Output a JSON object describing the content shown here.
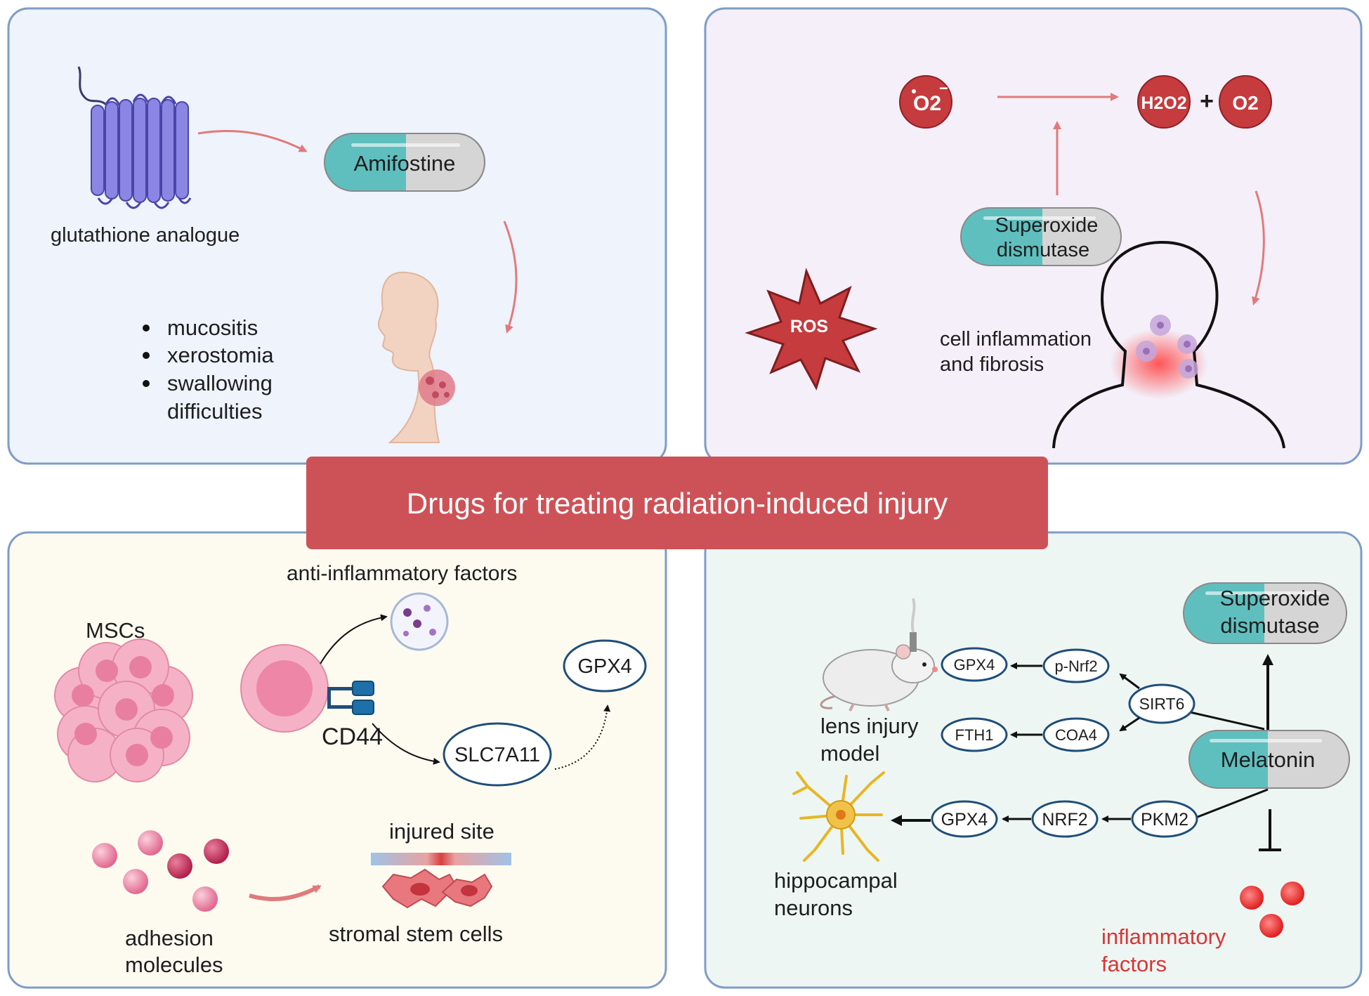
{
  "title": "Drugs for treating radiation-induced injury",
  "colors": {
    "panel_tl_bg": "#eef3fc",
    "panel_tr_bg": "#f4eff9",
    "panel_bl_bg": "#fdfbf0",
    "panel_br_bg": "#eef6f3",
    "panel_border": "#7f9cc8",
    "title_banner": "#cd5257",
    "pill_teal": "#5fbfbf",
    "pill_gray": "#d5d5d5",
    "ros_red": "#c63b3e",
    "arrow_salmon": "#e07b7b",
    "oval_border": "#1f4e7a",
    "inflammatory_red": "#d93535"
  },
  "panels": {
    "top_left": {
      "drug": "Amifostine",
      "source_label": "glutathione analogue",
      "bullets": [
        "mucositis",
        "xerostomia",
        "swallowing",
        "difficulties"
      ]
    },
    "top_right": {
      "molecule_superoxide": "O2",
      "molecule_h2o2": "H2O2",
      "plus": "+",
      "molecule_o2": "O2",
      "enzyme_line1": "Superoxide",
      "enzyme_line2": "dismutase",
      "ros": "ROS",
      "effect_line1": "cell inflammation",
      "effect_line2": "and fibrosis"
    },
    "bottom_left": {
      "msc": "MSCs",
      "anti_inflammatory": "anti-inflammatory factors",
      "cd44": "CD44",
      "gpx4": "GPX4",
      "slc7a11": "SLC7A11",
      "injured_site": "injured site",
      "stromal": "stromal stem cells",
      "adhesion_line1": "adhesion",
      "adhesion_line2": "molecules"
    },
    "bottom_right": {
      "sod_line1": "Superoxide",
      "sod_line2": "dismutase",
      "melatonin": "Melatonin",
      "gpx4_top": "GPX4",
      "p_nrf2": "p-Nrf2",
      "sirt6": "SIRT6",
      "fth1": "FTH1",
      "coa4": "COA4",
      "gpx4_bottom": "GPX4",
      "nrf2": "NRF2",
      "pkm2": "PKM2",
      "lens_line1": "lens injury",
      "lens_line2": "model",
      "hippo_line1": "hippocampal",
      "hippo_line2": "neurons",
      "infl_line1": "inflammatory",
      "infl_line2": "factors"
    }
  }
}
